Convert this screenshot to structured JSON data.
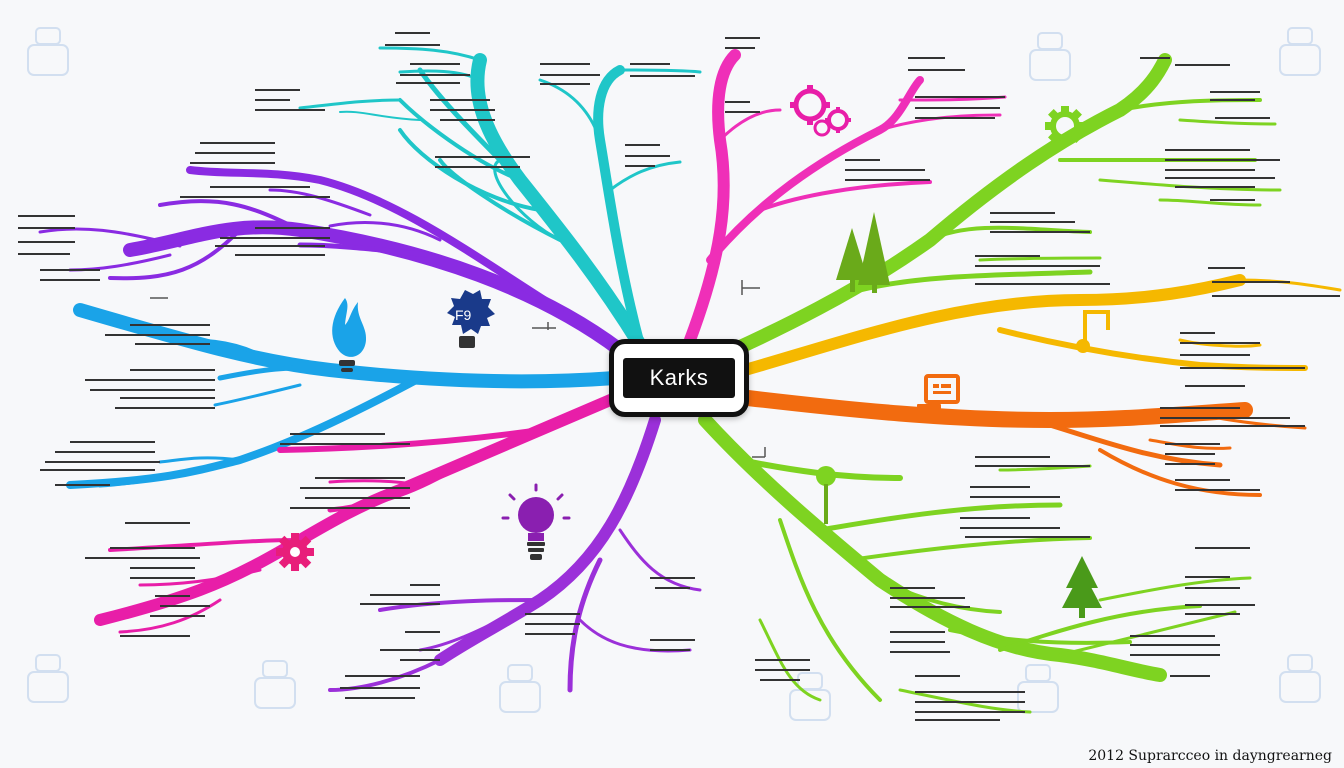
{
  "central_node": {
    "label": "Karks"
  },
  "footer": {
    "caption": "2012 Suprarcceo in dayngrearneg"
  },
  "icons": {
    "flame": "flame-icon",
    "bulb_fg": "lightbulb-icon",
    "bulb_purple": "lightbulb-icon",
    "gear_pink": "gear-icon",
    "gears_magenta": "gears-icon",
    "gear_green": "gear-icon",
    "trees": "pine-trees-icon",
    "tree_right": "pine-tree-icon",
    "music": "music-note-icon",
    "monitor": "monitor-icon",
    "sign": "signpost-icon",
    "bulb_fg_label": "F9"
  },
  "colors": {
    "teal": "#1fc6c8",
    "purple": "#8a2be2",
    "blue": "#1aa3e8",
    "magenta": "#e81ea8",
    "green": "#7ed321",
    "yellow": "#f5b800",
    "orange": "#f26b0f",
    "violet": "#9b30d9"
  }
}
